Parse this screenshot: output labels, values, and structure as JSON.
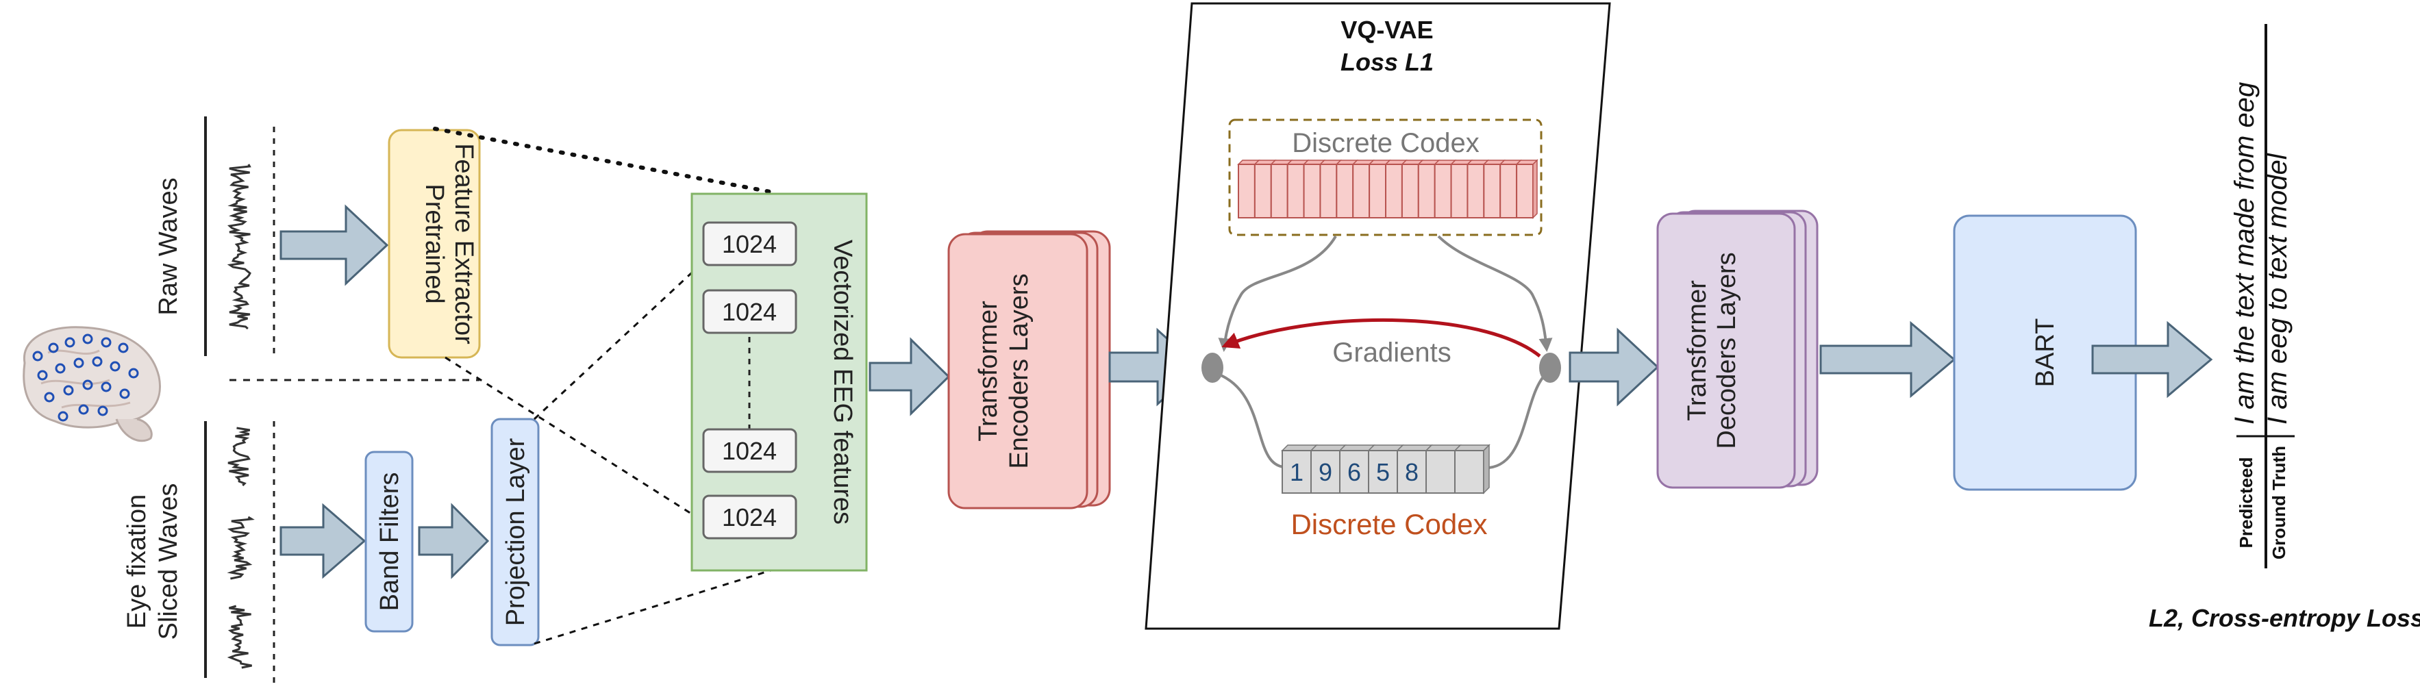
{
  "inputs": {
    "raw_waves": "Raw Waves",
    "sliced_waves_line1": "Eye fixation",
    "sliced_waves_line2": "Sliced Waves"
  },
  "modules": {
    "feature_extractor_line1": "Pretrained",
    "feature_extractor_line2": "Feature Extractor",
    "band_filters": "Band Filters",
    "projection_layer": "Projection Layer",
    "vectorized_features": "Vectorized EEG features",
    "vector_dims": [
      "1024",
      "1024",
      "1024",
      "1024"
    ],
    "encoder_line1": "Transformer",
    "encoder_line2": "Encoders Layers",
    "decoder_line1": "Transformer",
    "decoder_line2": "Decoders Layers",
    "bart": "BART"
  },
  "vqvae": {
    "title": "VQ-VAE",
    "loss": "Loss L1",
    "codebook_label": "Discrete Codex",
    "gradients_label": "Gradients",
    "codes_label": "Discrete Codex",
    "code_digits": [
      "1",
      "9",
      "6",
      "5",
      "8"
    ]
  },
  "output": {
    "predicted_text": "I am the text made from eeg",
    "ground_truth_text": "I am eeg to text model",
    "predicted_label": "Predicteed",
    "ground_truth_label": "Ground Truth",
    "loss_label": "L2, Cross-entropy Loss"
  },
  "colors": {
    "extractor_fill": "#fff2cc",
    "extractor_stroke": "#d6b656",
    "blue_fill": "#dae8fc",
    "blue_stroke": "#6c8ebf",
    "green_fill": "#d5e8d4",
    "green_stroke": "#82b366",
    "red_fill": "#f8cecc",
    "red_stroke": "#b85450",
    "purple_fill": "#e1d5e7",
    "purple_stroke": "#9673a6",
    "arrow_fill": "#b8c9d6",
    "arrow_stroke": "#4a6478",
    "gradient_arrow": "#b2121c",
    "codex_text": "#c0501e"
  }
}
